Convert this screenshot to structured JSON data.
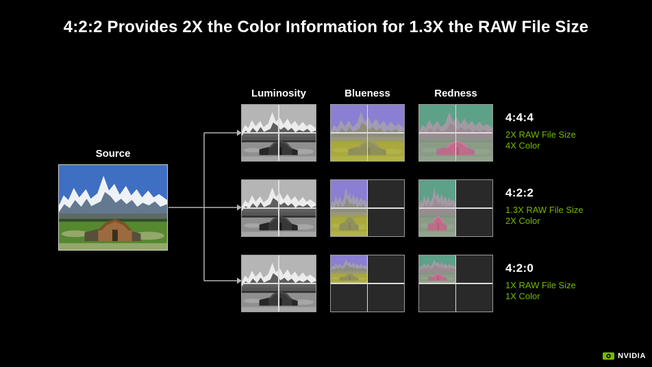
{
  "title": "4:2:2 Provides 2X the Color Information for 1.3X the RAW File Size",
  "source": {
    "label": "Source"
  },
  "columns": [
    "Luminosity",
    "Blueness",
    "Redness"
  ],
  "rows": [
    {
      "label": "4:4:4",
      "raw": "2X RAW File Size",
      "color": "4X Color"
    },
    {
      "label": "4:2:2",
      "raw": "1.3X RAW File Size",
      "color": "2X Color"
    },
    {
      "label": "4:2:0",
      "raw": "1X RAW File Size",
      "color": "1X Color"
    }
  ],
  "footer": {
    "brand": "NVIDIA"
  },
  "colors": {
    "background": "#000000",
    "accent_green": "#76b900",
    "title_text": "#ffffff",
    "blueness_sky": "#8a7fd2",
    "blueness_ground": "#a9a93c",
    "redness_sky": "#5da188",
    "redness_accent": "#c16b8b",
    "empty_block": "#292929",
    "grid_line": "#dedede"
  }
}
